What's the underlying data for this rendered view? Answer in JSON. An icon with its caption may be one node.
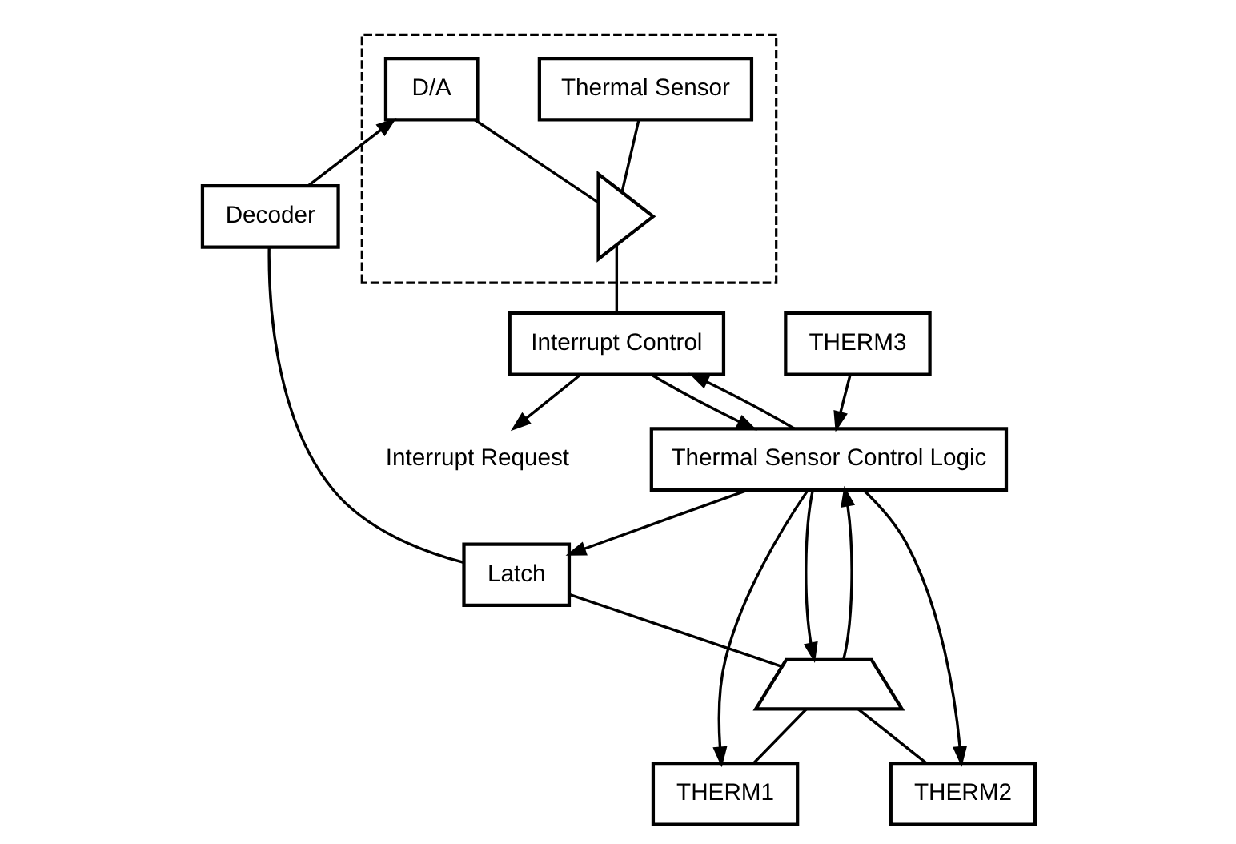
{
  "diagram": {
    "nodes": [
      {
        "text": [],
        "shape": "box"
      },
      {
        "text": [
          "Thermal Sensor"
        ],
        "in": 0
      },
      {
        "text": [
          "D/A"
        ],
        "in": 0
      },
      {
        "text": [],
        "shape": "triangle",
        "in": 0
      },
      {
        "text": [
          "Interrupt Control"
        ]
      },
      {
        "text": [
          "Interrupt Request"
        ]
      },
      {
        "text": [
          "Thermal Sensor Control Logic"
        ]
      },
      {
        "text": [
          "THERM3"
        ]
      },
      {
        "text": [
          "Decoder"
        ]
      },
      {
        "text": [
          "Latch"
        ]
      },
      {
        "text": [],
        "shape": "trapezoid"
      },
      {
        "text": [
          "THERM1"
        ]
      },
      {
        "text": [
          "THERM2"
        ]
      }
    ],
    "edges": [
      {
        "from": 1,
        "to": 3,
        "arrow": "none"
      },
      {
        "from": 2,
        "to": 3,
        "arrow": "none"
      },
      {
        "from": 3,
        "to": 4,
        "arrow": "none"
      },
      {
        "from": 4,
        "to": 5,
        "arrow": "to"
      },
      {
        "from": 4,
        "to": 6,
        "arrow": "to"
      },
      {
        "from": 6,
        "to": 4,
        "arrow": "to"
      },
      {
        "from": 7,
        "to": 6,
        "arrow": "to"
      },
      {
        "from": 8,
        "to": 2,
        "arrow": "to"
      },
      {
        "from": 9,
        "to": 8,
        "arrow": "none"
      },
      {
        "from": 6,
        "to": 9,
        "arrow": "to"
      },
      {
        "from": 10,
        "to": 9,
        "arrow": "none"
      },
      {
        "from": 10,
        "to": 6,
        "arrow": "to"
      },
      {
        "from": 6,
        "to": 10,
        "arrow": "to"
      },
      {
        "from": 11,
        "to": 10,
        "arrow": "none"
      },
      {
        "from": 12,
        "to": 10,
        "arrow": "none"
      },
      {
        "from": 6,
        "to": 11,
        "arrow": "to"
      },
      {
        "from": 6,
        "to": 12,
        "arrow": "to"
      }
    ]
  }
}
